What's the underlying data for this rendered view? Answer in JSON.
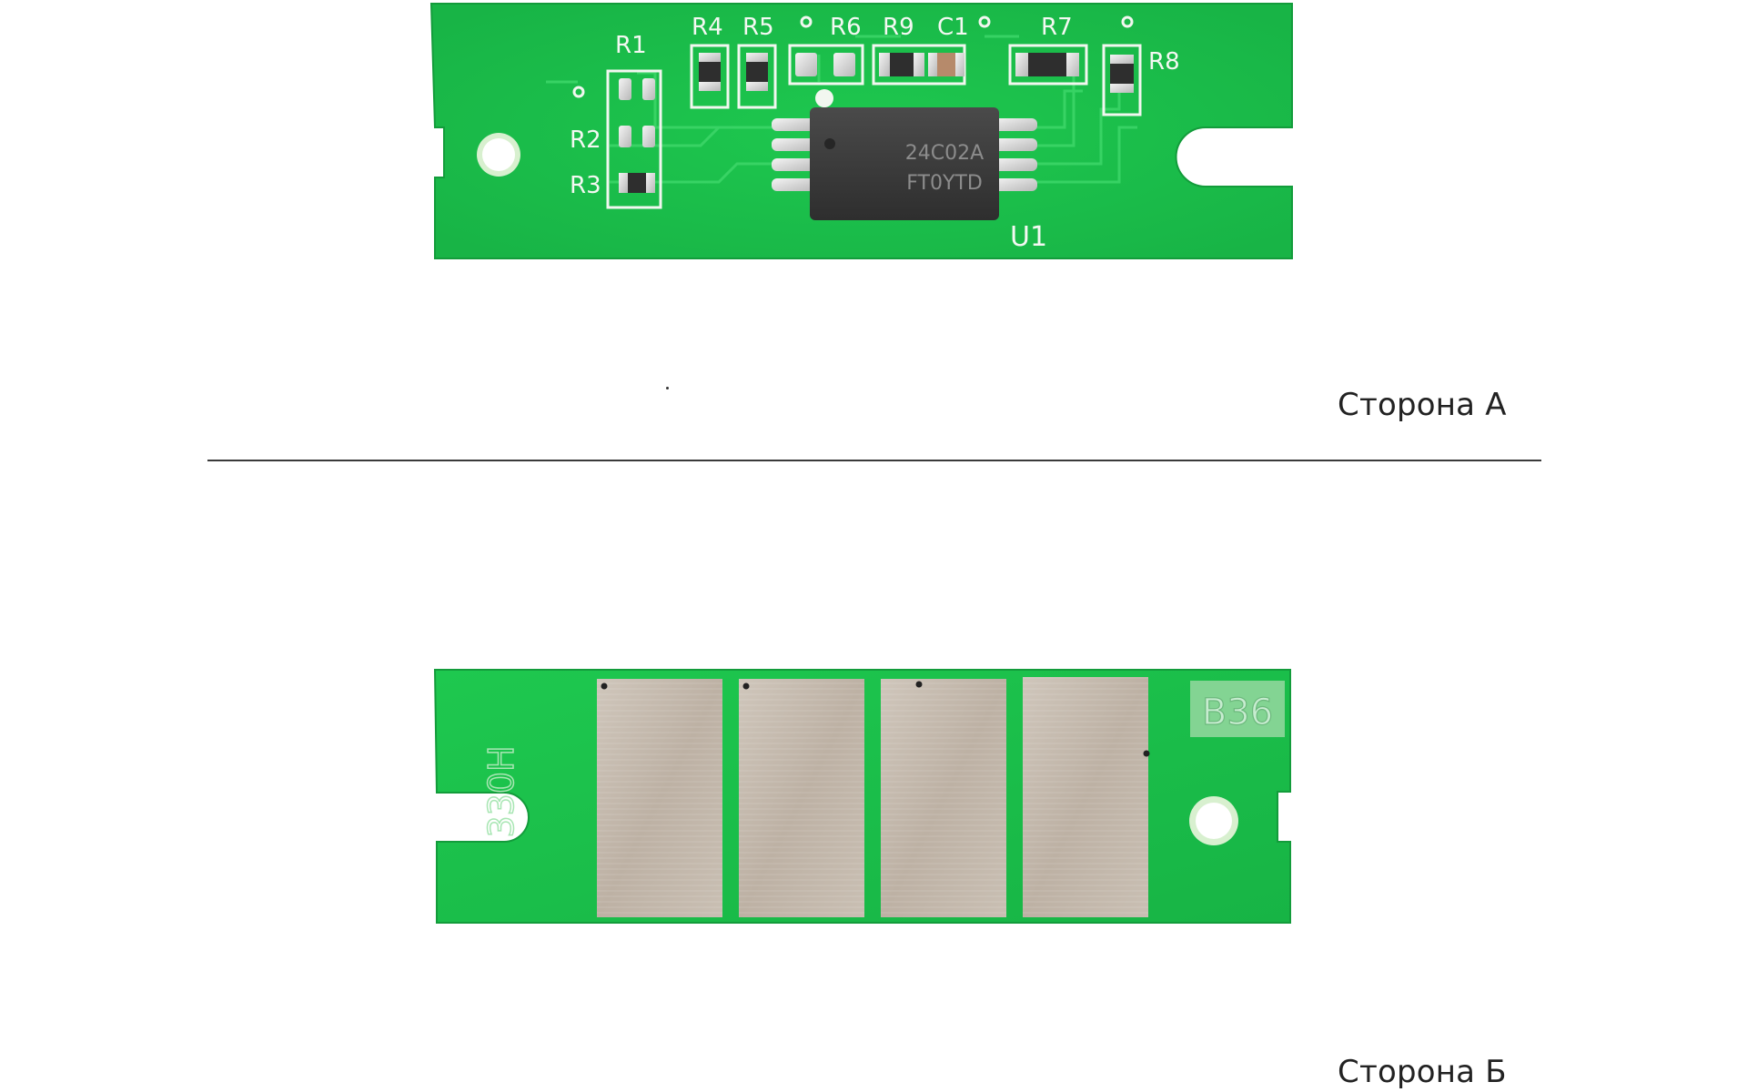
{
  "side_a": {
    "label": "Сторона А",
    "silkscreen": {
      "r1": "R1",
      "r2": "R2",
      "r3": "R3",
      "r4": "R4",
      "r5": "R5",
      "r6": "R6",
      "r7": "R7",
      "r8": "R8",
      "r9": "R9",
      "c1": "C1",
      "u1": "U1"
    },
    "ic_marking_line1": "24C02A",
    "ic_marking_line2": "FT0YTD"
  },
  "side_b": {
    "label": "Сторона Б",
    "silkscreen_code": "330H",
    "silkscreen_badge": "B36"
  },
  "colors": {
    "pcb_green": "#1cc24d",
    "pcb_green_dark": "#15a740",
    "contact_metal": "#c4b9ad",
    "ic_body": "#3a3a3a"
  },
  "icons": {
    "side_a_board": "pcb-chip-side-a-icon",
    "side_b_board": "pcb-chip-side-b-icon"
  }
}
